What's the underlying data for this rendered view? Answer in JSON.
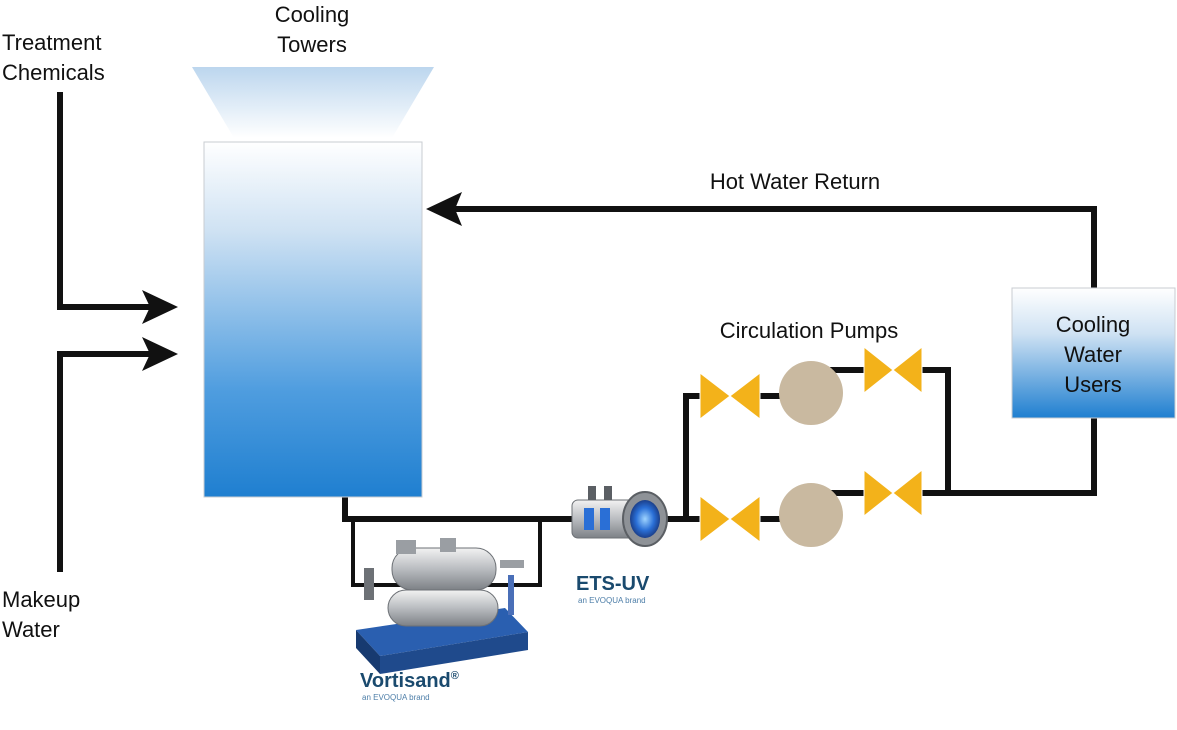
{
  "labels": {
    "treatment_line1": "Treatment",
    "treatment_line2": "Chemicals",
    "cooling_towers_line1": "Cooling",
    "cooling_towers_line2": "Towers",
    "hot_water_return": "Hot Water Return",
    "circulation_pumps": "Circulation Pumps",
    "users_line1": "Cooling",
    "users_line2": "Water",
    "users_line3": "Users",
    "makeup_line1": "Makeup",
    "makeup_line2": "Water",
    "ets_uv_brand": "ETS-UV",
    "ets_uv_sub": "an EVOQUA brand",
    "vortisand_brand": "Vortisand",
    "vortisand_mark": "®",
    "vortisand_sub": "an EVOQUA brand"
  },
  "colors": {
    "pipe": "#111111",
    "tank_top": "#ffffff",
    "tank_bottom": "#1f7fd0",
    "valve": "#f3b21a",
    "pump": "#c9b9a0",
    "brand_text": "#1a4a6e",
    "equipment_blue": "#2a5fb0"
  }
}
